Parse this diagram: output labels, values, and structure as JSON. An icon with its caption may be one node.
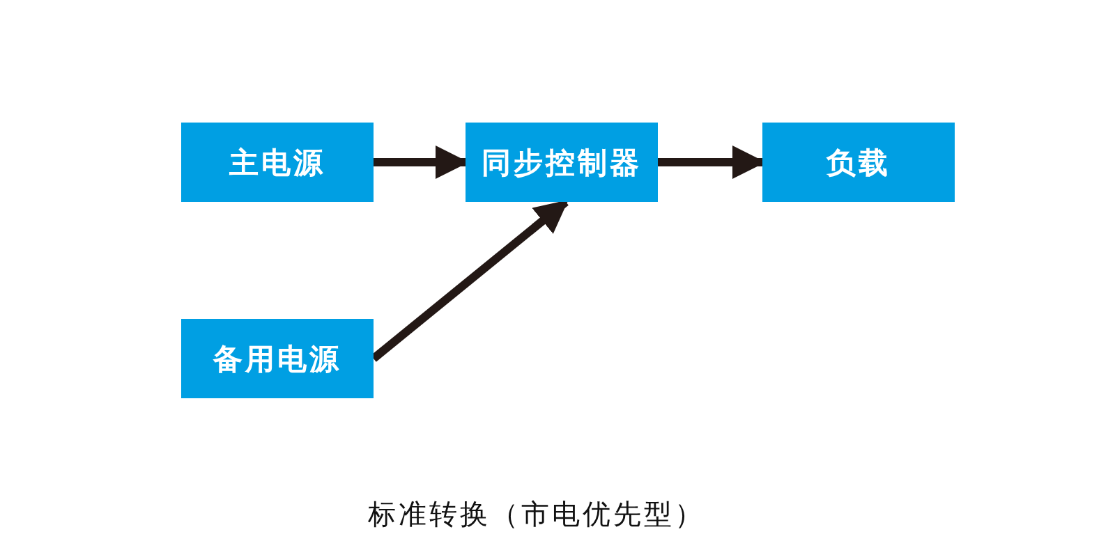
{
  "diagram": {
    "caption": "标准转换（市电优先型）",
    "nodes": [
      {
        "text": [
          "主电源"
        ]
      },
      {
        "text": [
          "同步控制器"
        ]
      },
      {
        "text": [
          "负载"
        ]
      },
      {
        "text": [
          "备用电源"
        ]
      }
    ],
    "edges": [
      {
        "from": 0,
        "to": 1,
        "arrow": "to"
      },
      {
        "from": 1,
        "to": 2,
        "arrow": "to"
      },
      {
        "from": 3,
        "to": 1,
        "arrow": "to"
      }
    ]
  }
}
